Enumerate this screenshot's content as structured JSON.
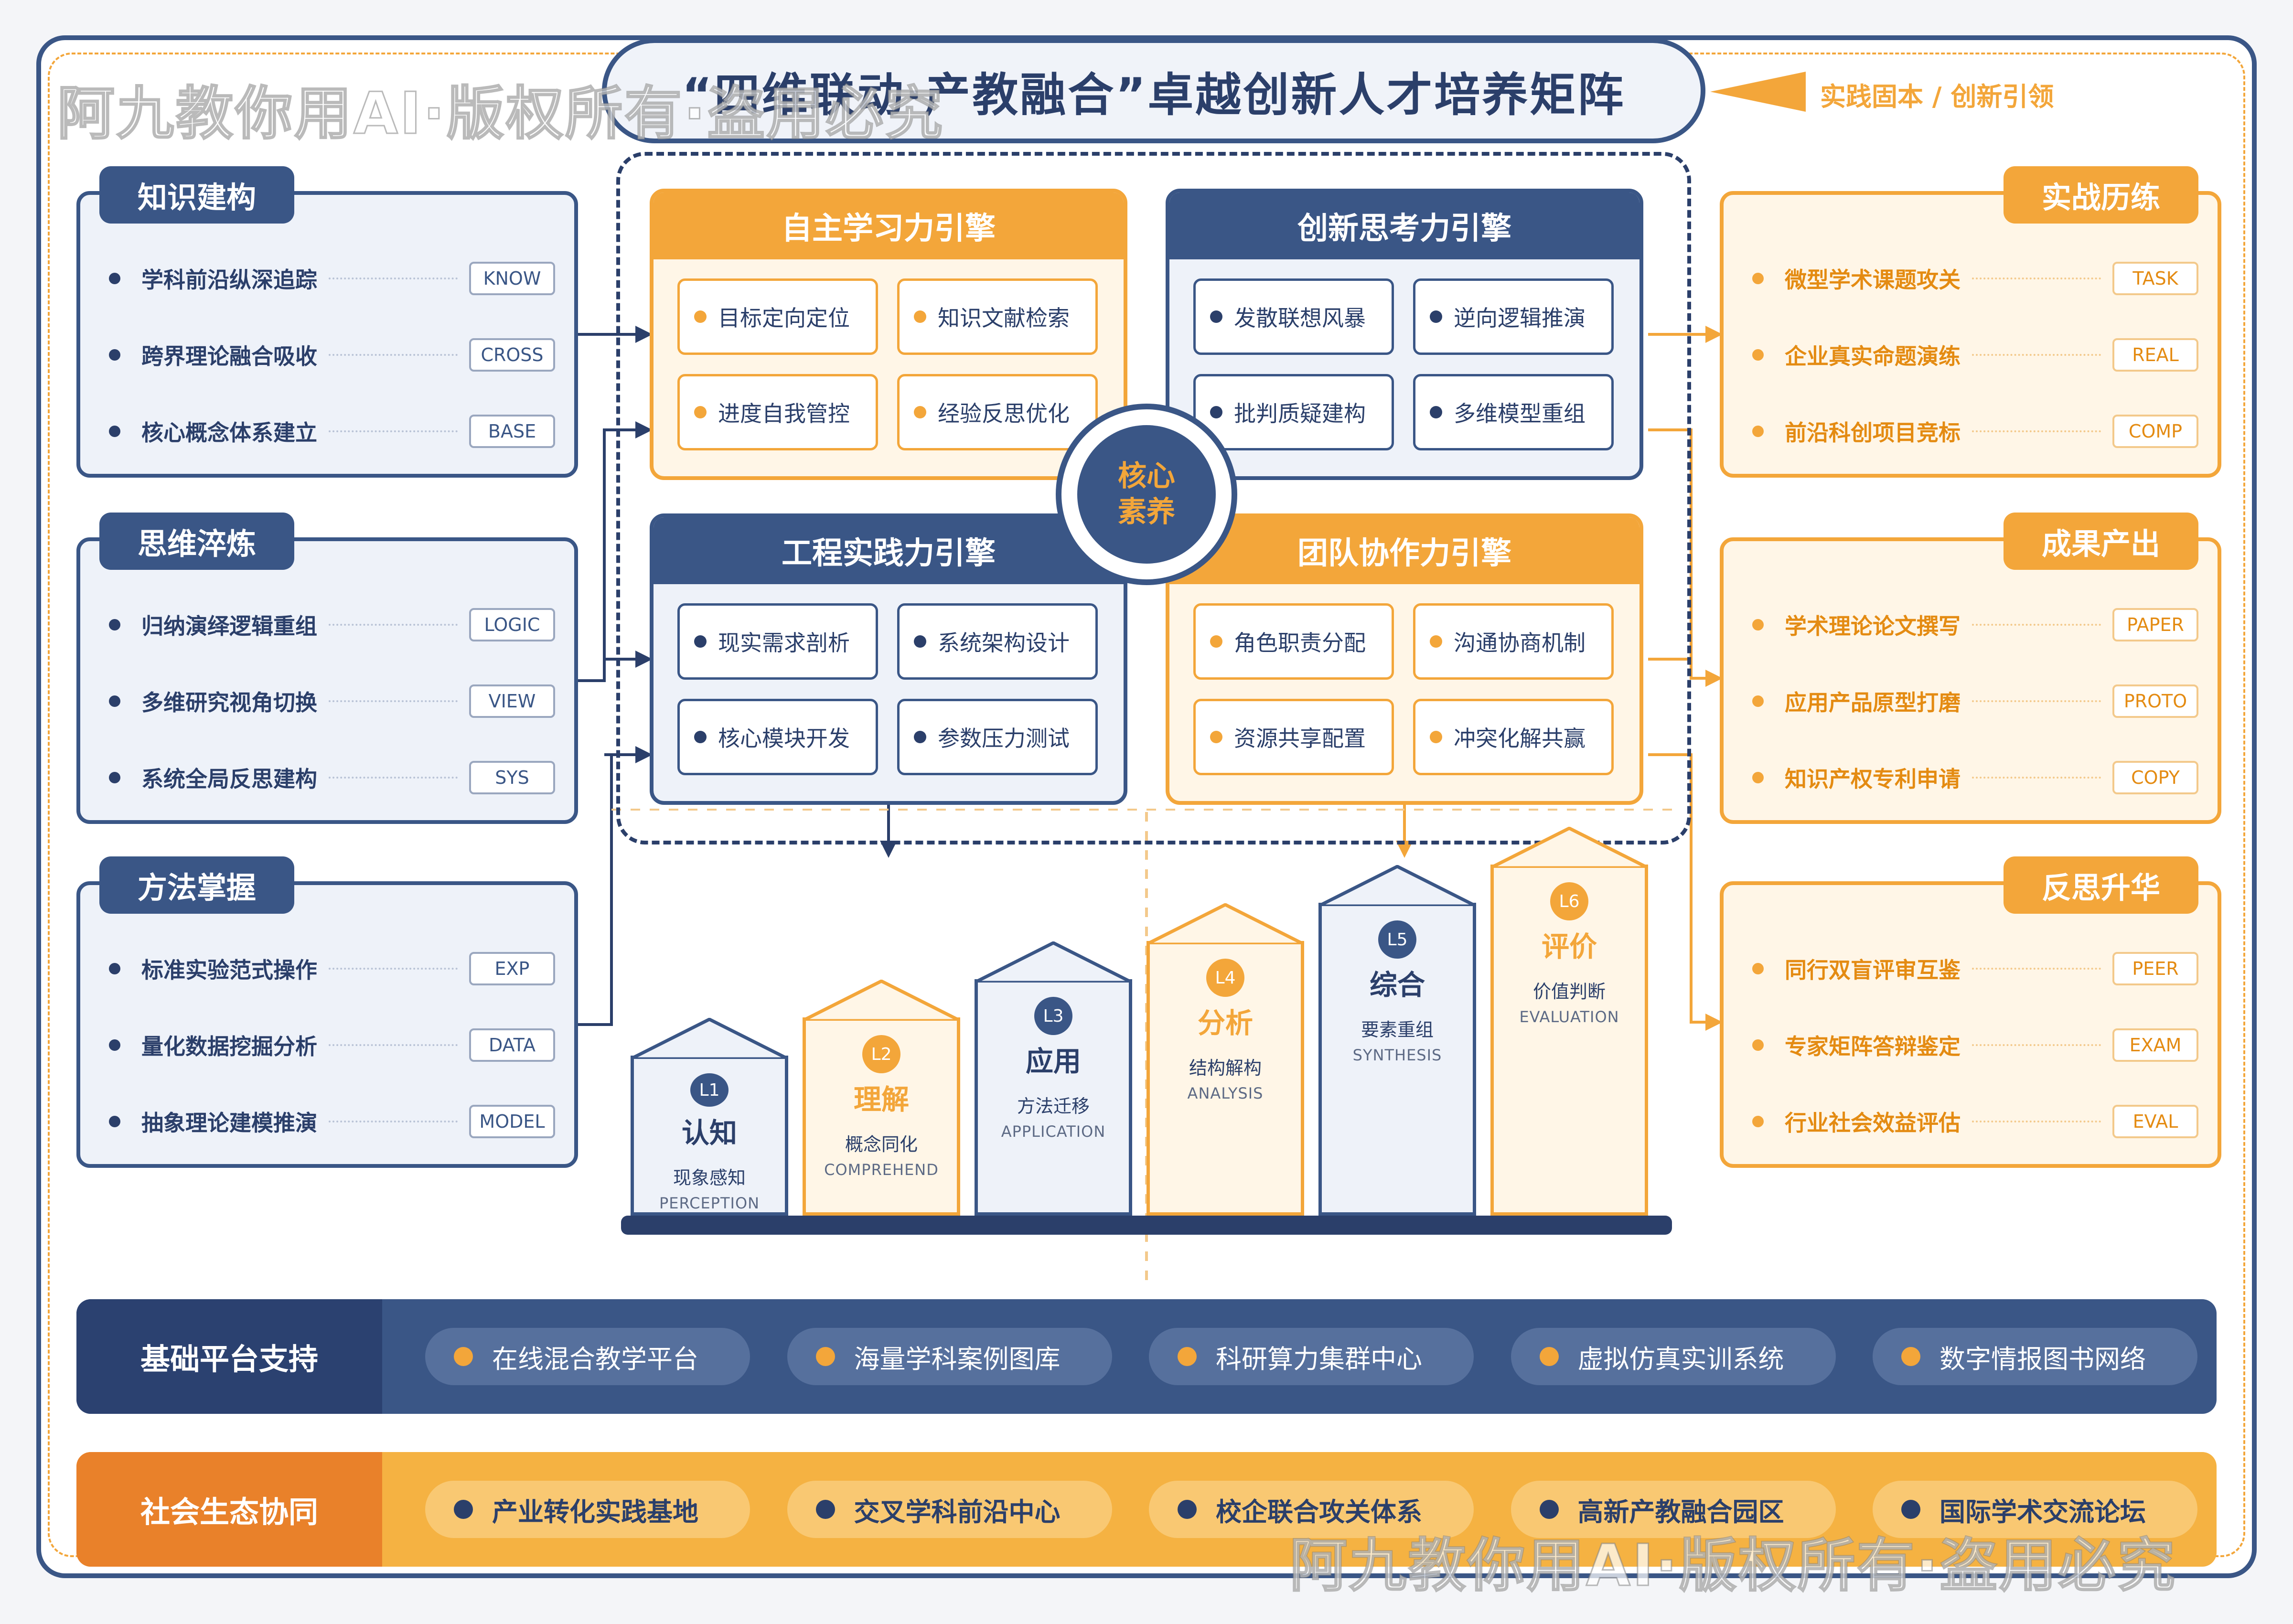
{
  "title": "“四维联动·产教融合”卓越创新人才培养矩阵",
  "title_side": "实践固本 / 创新引领",
  "watermark": "阿九教你用AI·版权所有·盗用必究",
  "left_panels": [
    {
      "tab": "知识建构",
      "items": [
        {
          "text": "学科前沿纵深追踪",
          "tag": "KNOW"
        },
        {
          "text": "跨界理论融合吸收",
          "tag": "CROSS"
        },
        {
          "text": "核心概念体系建立",
          "tag": "BASE"
        }
      ]
    },
    {
      "tab": "思维淬炼",
      "items": [
        {
          "text": "归纳演绎逻辑重组",
          "tag": "LOGIC"
        },
        {
          "text": "多维研究视角切换",
          "tag": "VIEW"
        },
        {
          "text": "系统全局反思建构",
          "tag": "SYS"
        }
      ]
    },
    {
      "tab": "方法掌握",
      "items": [
        {
          "text": "标准实验范式操作",
          "tag": "EXP"
        },
        {
          "text": "量化数据挖掘分析",
          "tag": "DATA"
        },
        {
          "text": "抽象理论建模推演",
          "tag": "MODEL"
        }
      ]
    }
  ],
  "right_panels": [
    {
      "tab": "实战历练",
      "items": [
        {
          "text": "微型学术课题攻关",
          "tag": "TASK"
        },
        {
          "text": "企业真实命题演练",
          "tag": "REAL"
        },
        {
          "text": "前沿科创项目竞标",
          "tag": "COMP"
        }
      ]
    },
    {
      "tab": "成果产出",
      "items": [
        {
          "text": "学术理论论文撰写",
          "tag": "PAPER"
        },
        {
          "text": "应用产品原型打磨",
          "tag": "PROTO"
        },
        {
          "text": "知识产权专利申请",
          "tag": "COPY"
        }
      ]
    },
    {
      "tab": "反思升华",
      "items": [
        {
          "text": "同行双盲评审互鉴",
          "tag": "PEER"
        },
        {
          "text": "专家矩阵答辩鉴定",
          "tag": "EXAM"
        },
        {
          "text": "行业社会效益评估",
          "tag": "EVAL"
        }
      ]
    }
  ],
  "engines": [
    {
      "title": "自主学习力引擎",
      "items": [
        "目标定向定位",
        "知识文献检索",
        "进度自我管控",
        "经验反思优化"
      ]
    },
    {
      "title": "创新思考力引擎",
      "items": [
        "发散联想风暴",
        "逆向逻辑推演",
        "批判质疑建构",
        "多维模型重组"
      ]
    },
    {
      "title": "工程实践力引擎",
      "items": [
        "现实需求剖析",
        "系统架构设计",
        "核心模块开发",
        "参数压力测试"
      ]
    },
    {
      "title": "团队协作力引擎",
      "items": [
        "角色职责分配",
        "沟通协商机制",
        "资源共享配置",
        "冲突化解共赢"
      ]
    }
  ],
  "core": {
    "line1": "核心",
    "line2": "素养"
  },
  "steps": [
    {
      "level": "L1",
      "name": "认知",
      "desc": "现象感知",
      "en": "PERCEPTION"
    },
    {
      "level": "L2",
      "name": "理解",
      "desc": "概念同化",
      "en": "COMPREHEND"
    },
    {
      "level": "L3",
      "name": "应用",
      "desc": "方法迁移",
      "en": "APPLICATION"
    },
    {
      "level": "L4",
      "name": "分析",
      "desc": "结构解构",
      "en": "ANALYSIS"
    },
    {
      "level": "L5",
      "name": "综合",
      "desc": "要素重组",
      "en": "SYNTHESIS"
    },
    {
      "level": "L6",
      "name": "评价",
      "desc": "价值判断",
      "en": "EVALUATION"
    }
  ],
  "platform": {
    "label": "基础平台支持",
    "items": [
      "在线混合教学平台",
      "海量学科案例图库",
      "科研算力集群中心",
      "虚拟仿真实训系统",
      "数字情报图书网络"
    ]
  },
  "ecosystem": {
    "label": "社会生态协同",
    "items": [
      "产业转化实践基地",
      "交叉学科前沿中心",
      "校企联合攻关体系",
      "高新产教融合园区",
      "国际学术交流论坛"
    ]
  },
  "colors": {
    "navy": "#3a5686",
    "orange": "#f3a63a"
  }
}
